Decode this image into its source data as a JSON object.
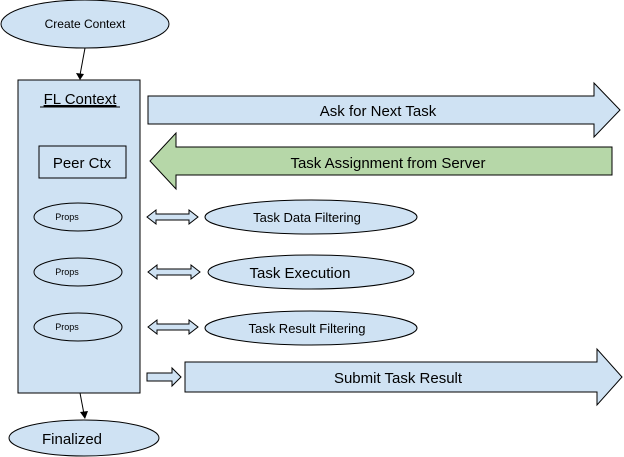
{
  "diagram": {
    "create_context": "Create Context",
    "fl_context": "FL Context",
    "peer_ctx": "Peer Ctx",
    "props": [
      "Props",
      "Props",
      "Props"
    ],
    "ask_next_task": "Ask for Next Task",
    "task_assignment": "Task Assignment from Server",
    "task_data_filtering": "Task Data Filtering",
    "task_execution": "Task Execution",
    "task_result_filtering": "Task Result Filtering",
    "submit_task_result": "Submit Task Result",
    "finalized": "Finalized"
  },
  "colors": {
    "blue_fill": "#cfe2f3",
    "green_fill": "#b6d7a8",
    "stroke": "#000000"
  }
}
